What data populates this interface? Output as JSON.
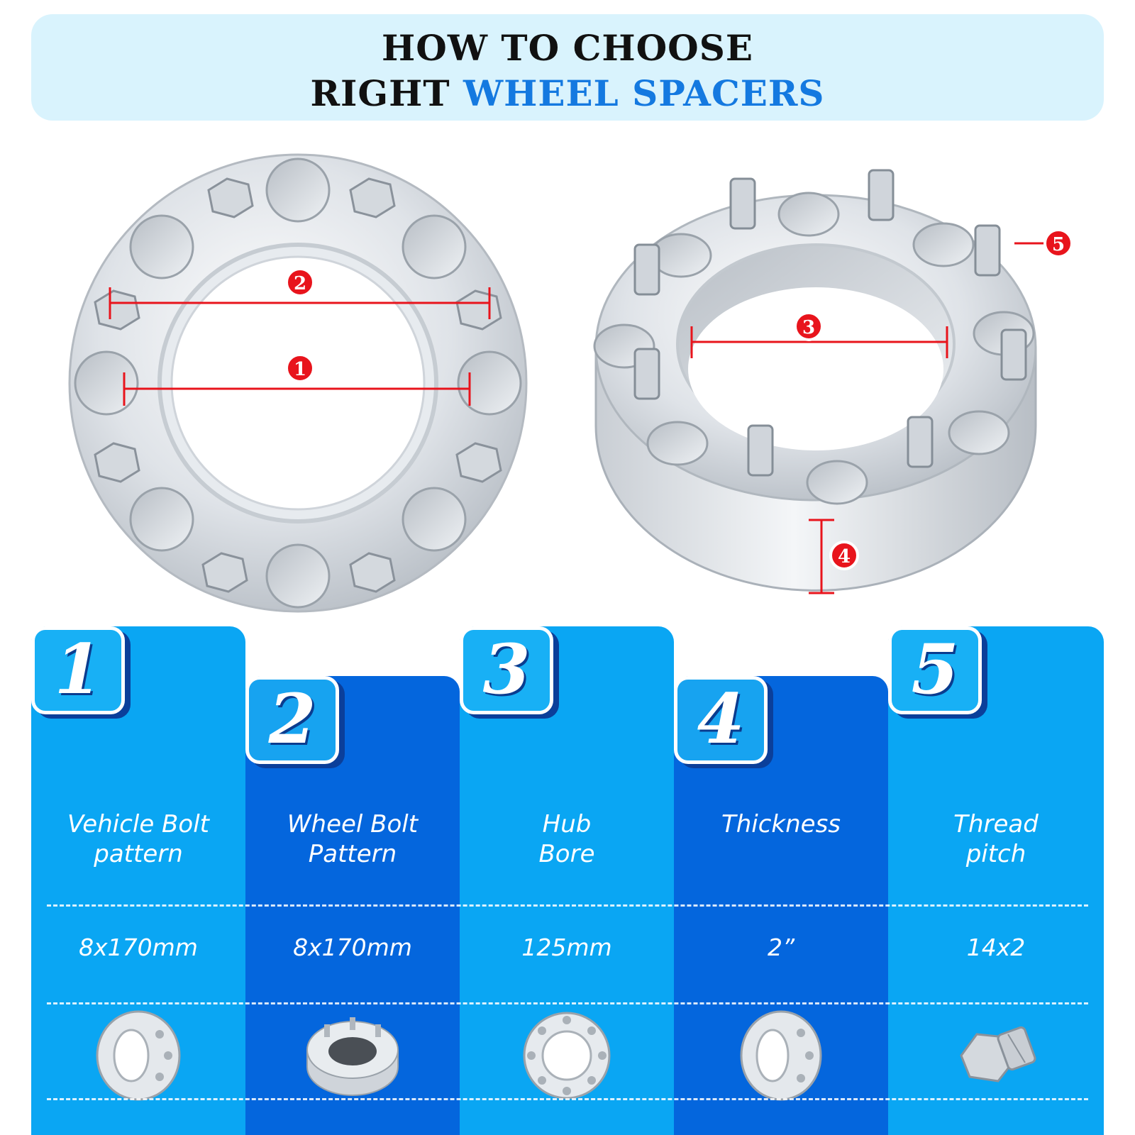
{
  "header": {
    "line1": "HOW TO CHOOSE",
    "line2_prefix": "RIGHT ",
    "line2_accent": "WHEEL SPACERS"
  },
  "callouts": [
    "1",
    "2",
    "3",
    "4",
    "5"
  ],
  "columns": [
    {
      "number": "1",
      "label_line1": "Vehicle Bolt",
      "label_line2": "pattern",
      "value": "8x170mm",
      "thumb": "spacer-angled-icon"
    },
    {
      "number": "2",
      "label_line1": "Wheel Bolt",
      "label_line2": "Pattern",
      "value": "8x170mm",
      "thumb": "spacer-perspective-icon"
    },
    {
      "number": "3",
      "label_line1": "Hub",
      "label_line2": "Bore",
      "value": "125mm",
      "thumb": "spacer-front-icon"
    },
    {
      "number": "4",
      "label_line1": "Thickness",
      "label_line2": "",
      "value": "2”",
      "thumb": "spacer-side-icon"
    },
    {
      "number": "5",
      "label_line1": "Thread",
      "label_line2": "pitch",
      "value": "14x2",
      "thumb": "lug-stud-nut-icon"
    }
  ],
  "colors": {
    "accent": "#1479e0",
    "callout_red": "#e8141c",
    "column_light": "#0aa6f3",
    "column_dark": "#0466dd",
    "header_bg": "#d9f3fd"
  }
}
